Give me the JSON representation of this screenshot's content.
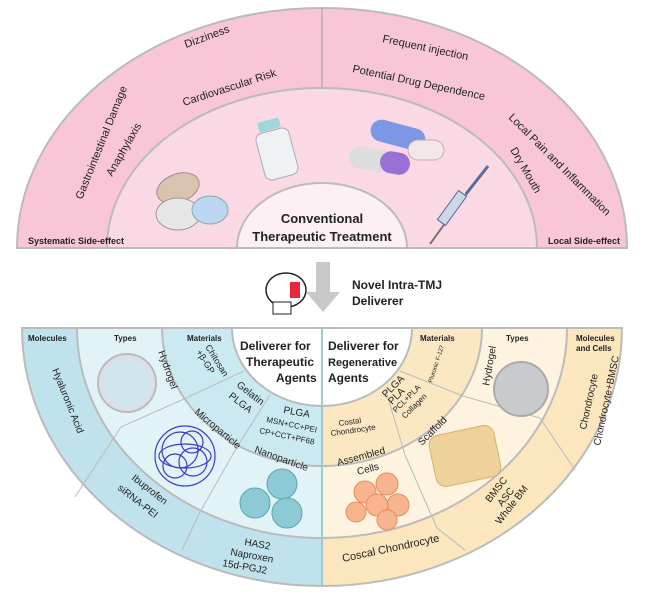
{
  "colors": {
    "top_outer": "#f8c6d6",
    "top_mid": "#fad9e5",
    "top_inner": "#fdf0f5",
    "blue_outer": "#bfe2ec",
    "blue_mid": "#e2f3f8",
    "blue_inner": "#cbe9f1",
    "tan_outer": "#fbe6bd",
    "tan_mid": "#fdf3df",
    "tan_inner": "#fbe8c3"
  },
  "top": {
    "center_title": [
      "Conventional",
      "Therapeutic Treatment"
    ],
    "left_label": "Systematic Side-effect",
    "right_label": "Local Side-effect",
    "systemic_effects": [
      "Gastrointestinal Damage",
      "Anaphylaxis",
      "Dizziness",
      "Cardiovascular Risk"
    ],
    "local_effects": [
      "Frequent injection",
      "Potential Drug Dependence",
      "Local Pain and Inflammation",
      "Dry Mouth"
    ]
  },
  "middle": {
    "title": [
      "Novel Intra-TMJ",
      "Deliverer"
    ]
  },
  "left": {
    "center_title": [
      "Deliverer for",
      "Therapeutic",
      "Agents"
    ],
    "headers": {
      "molecules": "Molecules",
      "types": "Types",
      "materials": "Materials"
    },
    "materials": [
      [
        "Chitosan",
        "+β-GP"
      ],
      [
        "Gelatin",
        "PLGA"
      ],
      [
        "PLGA",
        "MSN+CC+PEI",
        "CP+CCT+PF68"
      ]
    ],
    "types": [
      "Hydrogel",
      "Microparticle",
      "Nanoparticle"
    ],
    "molecules": [
      [
        "Hyaluronic Acid"
      ],
      [
        "Ibuprofen",
        "siRNA-PEI"
      ],
      [
        "HAS2",
        "Naproxen",
        "15d-PGJ2"
      ]
    ]
  },
  "right": {
    "center_title": [
      "Deliverer for",
      "Regenerative",
      "Agents"
    ],
    "headers": {
      "materials": "Materials",
      "types": "Types",
      "molecules": [
        "Molecules",
        "and Cells"
      ]
    },
    "materials": [
      [
        "Pluronic F-127"
      ],
      [
        "PLGA",
        "PLA",
        "PCL+PLA",
        "Collagen"
      ],
      [
        "Costal",
        "Chondrocyte"
      ]
    ],
    "types": [
      "Hydrogel",
      [
        "Scaffold"
      ],
      [
        "Assembled",
        "Cells"
      ]
    ],
    "molecules": [
      [
        "Chondrocyte",
        "Chondrocyte+BMSC"
      ],
      [
        "BMSC",
        "ASC",
        "Whole BM"
      ],
      [
        "Coscal Chondrocyte"
      ]
    ]
  }
}
